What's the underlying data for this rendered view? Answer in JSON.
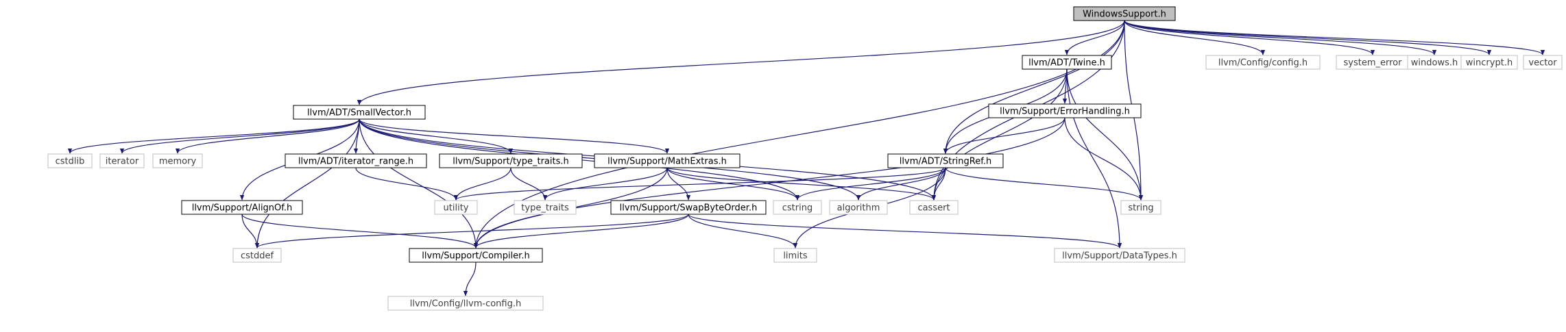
{
  "graph": {
    "colors": {
      "edge": "#191970",
      "root_fill": "#bfbfbf",
      "header_border": "#000000",
      "system_border": "#bfbfbf",
      "text_header": "#000000",
      "text_system": "#404040"
    },
    "nodes": [
      {
        "id": "windows_support",
        "label": "WindowsSupport.h",
        "kind": "root"
      },
      {
        "id": "small_vector",
        "label": "llvm/ADT/SmallVector.h",
        "kind": "header"
      },
      {
        "id": "twine",
        "label": "llvm/ADT/Twine.h",
        "kind": "header"
      },
      {
        "id": "error_handling",
        "label": "llvm/Support/ErrorHandling.h",
        "kind": "header"
      },
      {
        "id": "string_ref",
        "label": "llvm/ADT/StringRef.h",
        "kind": "header"
      },
      {
        "id": "iterator_range",
        "label": "llvm/ADT/iterator_range.h",
        "kind": "header"
      },
      {
        "id": "type_traits_h",
        "label": "llvm/Support/type_traits.h",
        "kind": "header"
      },
      {
        "id": "math_extras",
        "label": "llvm/Support/MathExtras.h",
        "kind": "header"
      },
      {
        "id": "align_of",
        "label": "llvm/Support/AlignOf.h",
        "kind": "header"
      },
      {
        "id": "swap_byte_order",
        "label": "llvm/Support/SwapByteOrder.h",
        "kind": "header"
      },
      {
        "id": "compiler",
        "label": "llvm/Support/Compiler.h",
        "kind": "header"
      },
      {
        "id": "llvm_config",
        "label": "llvm/Config/llvm-config.h",
        "kind": "system"
      },
      {
        "id": "config",
        "label": "llvm/Config/config.h",
        "kind": "system"
      },
      {
        "id": "system_error",
        "label": "system_error",
        "kind": "system"
      },
      {
        "id": "windows_h",
        "label": "windows.h",
        "kind": "system"
      },
      {
        "id": "wincrypt",
        "label": "wincrypt.h",
        "kind": "system"
      },
      {
        "id": "vector",
        "label": "vector",
        "kind": "system"
      },
      {
        "id": "cstdlib",
        "label": "cstdlib",
        "kind": "system"
      },
      {
        "id": "iterator",
        "label": "iterator",
        "kind": "system"
      },
      {
        "id": "memory",
        "label": "memory",
        "kind": "system"
      },
      {
        "id": "utility",
        "label": "utility",
        "kind": "system"
      },
      {
        "id": "type_traits",
        "label": "type_traits",
        "kind": "system"
      },
      {
        "id": "cstring",
        "label": "cstring",
        "kind": "system"
      },
      {
        "id": "algorithm",
        "label": "algorithm",
        "kind": "system"
      },
      {
        "id": "cassert",
        "label": "cassert",
        "kind": "system"
      },
      {
        "id": "string",
        "label": "string",
        "kind": "system"
      },
      {
        "id": "cstddef",
        "label": "cstddef",
        "kind": "system"
      },
      {
        "id": "limits",
        "label": "limits",
        "kind": "system"
      },
      {
        "id": "data_types",
        "label": "llvm/Support/DataTypes.h",
        "kind": "system"
      }
    ],
    "edges": [
      [
        "windows_support",
        "small_vector"
      ],
      [
        "windows_support",
        "twine"
      ],
      [
        "windows_support",
        "string_ref"
      ],
      [
        "windows_support",
        "compiler"
      ],
      [
        "windows_support",
        "cassert"
      ],
      [
        "windows_support",
        "string"
      ],
      [
        "windows_support",
        "config"
      ],
      [
        "windows_support",
        "system_error"
      ],
      [
        "windows_support",
        "windows_h"
      ],
      [
        "windows_support",
        "wincrypt"
      ],
      [
        "windows_support",
        "vector"
      ],
      [
        "small_vector",
        "cstdlib"
      ],
      [
        "small_vector",
        "iterator"
      ],
      [
        "small_vector",
        "memory"
      ],
      [
        "small_vector",
        "iterator_range"
      ],
      [
        "small_vector",
        "type_traits_h"
      ],
      [
        "small_vector",
        "math_extras"
      ],
      [
        "small_vector",
        "align_of"
      ],
      [
        "small_vector",
        "compiler"
      ],
      [
        "small_vector",
        "cstddef"
      ],
      [
        "small_vector",
        "cstring"
      ],
      [
        "small_vector",
        "algorithm"
      ],
      [
        "small_vector",
        "cassert"
      ],
      [
        "twine",
        "error_handling"
      ],
      [
        "twine",
        "string_ref"
      ],
      [
        "twine",
        "cassert"
      ],
      [
        "twine",
        "string"
      ],
      [
        "twine",
        "data_types"
      ],
      [
        "error_handling",
        "string_ref"
      ],
      [
        "error_handling",
        "string"
      ],
      [
        "error_handling",
        "compiler"
      ],
      [
        "string_ref",
        "utility"
      ],
      [
        "string_ref",
        "cstring"
      ],
      [
        "string_ref",
        "algorithm"
      ],
      [
        "string_ref",
        "cassert"
      ],
      [
        "string_ref",
        "string"
      ],
      [
        "string_ref",
        "limits"
      ],
      [
        "iterator_range",
        "utility"
      ],
      [
        "type_traits_h",
        "utility"
      ],
      [
        "type_traits_h",
        "type_traits"
      ],
      [
        "math_extras",
        "swap_byte_order"
      ],
      [
        "math_extras",
        "compiler"
      ],
      [
        "math_extras",
        "type_traits"
      ],
      [
        "math_extras",
        "cstring"
      ],
      [
        "math_extras",
        "cassert"
      ],
      [
        "align_of",
        "cstddef"
      ],
      [
        "align_of",
        "compiler"
      ],
      [
        "swap_byte_order",
        "compiler"
      ],
      [
        "swap_byte_order",
        "cstddef"
      ],
      [
        "swap_byte_order",
        "limits"
      ],
      [
        "swap_byte_order",
        "data_types"
      ],
      [
        "compiler",
        "llvm_config"
      ]
    ]
  }
}
